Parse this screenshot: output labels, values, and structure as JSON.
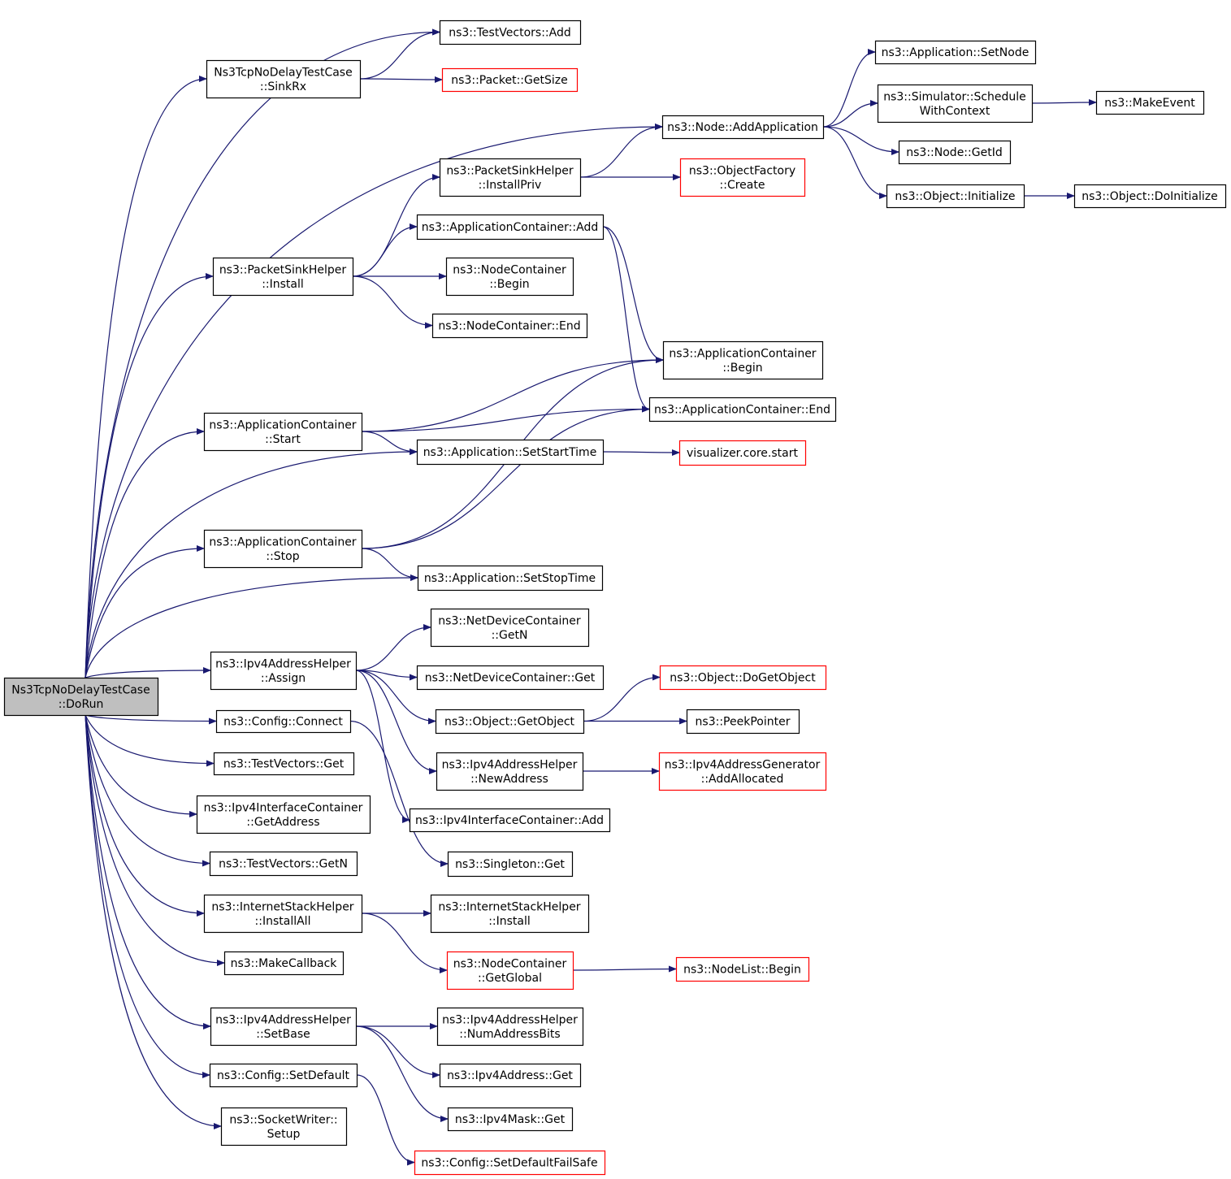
{
  "colors": {
    "edge": "#191970",
    "border_normal": "#000000",
    "border_truncated": "#ff0000",
    "root_fill": "#bfbfbf",
    "node_fill": "#ffffff"
  },
  "nodes": {
    "root": {
      "lines": [
        "Ns3TcpNoDelayTestCase",
        "::DoRun"
      ],
      "style": "root"
    },
    "tv_add": {
      "lines": [
        "ns3::TestVectors::Add"
      ],
      "style": "normal"
    },
    "sinkrx": {
      "lines": [
        "Ns3TcpNoDelayTestCase",
        "::SinkRx"
      ],
      "style": "normal"
    },
    "pkt_getsize": {
      "lines": [
        "ns3::Packet::GetSize"
      ],
      "style": "truncated"
    },
    "node_addapp": {
      "lines": [
        "ns3::Node::AddApplication"
      ],
      "style": "normal"
    },
    "app_setnode": {
      "lines": [
        "ns3::Application::SetNode"
      ],
      "style": "normal"
    },
    "sim_schedule": {
      "lines": [
        "ns3::Simulator::Schedule",
        "WithContext"
      ],
      "style": "normal"
    },
    "make_event": {
      "lines": [
        "ns3::MakeEvent"
      ],
      "style": "normal"
    },
    "node_getid": {
      "lines": [
        "ns3::Node::GetId"
      ],
      "style": "normal"
    },
    "obj_init": {
      "lines": [
        "ns3::Object::Initialize"
      ],
      "style": "normal"
    },
    "obj_doinit": {
      "lines": [
        "ns3::Object::DoInitialize"
      ],
      "style": "normal"
    },
    "psh_installpriv": {
      "lines": [
        "ns3::PacketSinkHelper",
        "::InstallPriv"
      ],
      "style": "normal"
    },
    "objfactory_create": {
      "lines": [
        "ns3::ObjectFactory",
        "::Create"
      ],
      "style": "truncated"
    },
    "appc_add": {
      "lines": [
        "ns3::ApplicationContainer::Add"
      ],
      "style": "normal"
    },
    "psh_install": {
      "lines": [
        "ns3::PacketSinkHelper",
        "::Install"
      ],
      "style": "normal"
    },
    "nc_begin": {
      "lines": [
        "ns3::NodeContainer",
        "::Begin"
      ],
      "style": "normal"
    },
    "nc_end": {
      "lines": [
        "ns3::NodeContainer::End"
      ],
      "style": "normal"
    },
    "appc_begin": {
      "lines": [
        "ns3::ApplicationContainer",
        "::Begin"
      ],
      "style": "normal"
    },
    "appc_end": {
      "lines": [
        "ns3::ApplicationContainer::End"
      ],
      "style": "normal"
    },
    "appc_start": {
      "lines": [
        "ns3::ApplicationContainer",
        "::Start"
      ],
      "style": "normal"
    },
    "app_setstart": {
      "lines": [
        "ns3::Application::SetStartTime"
      ],
      "style": "normal"
    },
    "viz_start": {
      "lines": [
        "visualizer.core.start"
      ],
      "style": "truncated"
    },
    "appc_stop": {
      "lines": [
        "ns3::ApplicationContainer",
        "::Stop"
      ],
      "style": "normal"
    },
    "app_setstop": {
      "lines": [
        "ns3::Application::SetStopTime"
      ],
      "style": "normal"
    },
    "ndc_getn": {
      "lines": [
        "ns3::NetDeviceContainer",
        "::GetN"
      ],
      "style": "normal"
    },
    "ipv4h_assign": {
      "lines": [
        "ns3::Ipv4AddressHelper",
        "::Assign"
      ],
      "style": "normal"
    },
    "ndc_get": {
      "lines": [
        "ns3::NetDeviceContainer::Get"
      ],
      "style": "normal"
    },
    "obj_dogetobj": {
      "lines": [
        "ns3::Object::DoGetObject"
      ],
      "style": "truncated"
    },
    "obj_getobj": {
      "lines": [
        "ns3::Object::GetObject"
      ],
      "style": "normal"
    },
    "peekpointer": {
      "lines": [
        "ns3::PeekPointer"
      ],
      "style": "normal"
    },
    "cfg_connect": {
      "lines": [
        "ns3::Config::Connect"
      ],
      "style": "normal"
    },
    "ipv4h_newaddr": {
      "lines": [
        "ns3::Ipv4AddressHelper",
        "::NewAddress"
      ],
      "style": "normal"
    },
    "ipv4gen_addalloc": {
      "lines": [
        "ns3::Ipv4AddressGenerator",
        "::AddAllocated"
      ],
      "style": "truncated"
    },
    "tv_get": {
      "lines": [
        "ns3::TestVectors::Get"
      ],
      "style": "normal"
    },
    "ipv4ic_getaddr": {
      "lines": [
        "ns3::Ipv4InterfaceContainer",
        "::GetAddress"
      ],
      "style": "normal"
    },
    "ipv4ic_add": {
      "lines": [
        "ns3::Ipv4InterfaceContainer::Add"
      ],
      "style": "normal"
    },
    "tv_getn": {
      "lines": [
        "ns3::TestVectors::GetN"
      ],
      "style": "normal"
    },
    "singleton_get": {
      "lines": [
        "ns3::Singleton::Get"
      ],
      "style": "normal"
    },
    "ish_installall": {
      "lines": [
        "ns3::InternetStackHelper",
        "::InstallAll"
      ],
      "style": "normal"
    },
    "ish_install": {
      "lines": [
        "ns3::InternetStackHelper",
        "::Install"
      ],
      "style": "normal"
    },
    "nc_getglobal": {
      "lines": [
        "ns3::NodeContainer",
        "::GetGlobal"
      ],
      "style": "truncated"
    },
    "nodelist_begin": {
      "lines": [
        "ns3::NodeList::Begin"
      ],
      "style": "truncated"
    },
    "makecallback": {
      "lines": [
        "ns3::MakeCallback"
      ],
      "style": "normal"
    },
    "ipv4h_setbase": {
      "lines": [
        "ns3::Ipv4AddressHelper",
        "::SetBase"
      ],
      "style": "normal"
    },
    "ipv4h_numaddrbits": {
      "lines": [
        "ns3::Ipv4AddressHelper",
        "::NumAddressBits"
      ],
      "style": "normal"
    },
    "cfg_setdefault": {
      "lines": [
        "ns3::Config::SetDefault"
      ],
      "style": "normal"
    },
    "ipv4addr_get": {
      "lines": [
        "ns3::Ipv4Address::Get"
      ],
      "style": "normal"
    },
    "ipv4mask_get": {
      "lines": [
        "ns3::Ipv4Mask::Get"
      ],
      "style": "normal"
    },
    "sockwriter_setup": {
      "lines": [
        "ns3::SocketWriter::",
        "Setup"
      ],
      "style": "normal"
    },
    "cfg_setdefaultfs": {
      "lines": [
        "ns3::Config::SetDefaultFailSafe"
      ],
      "style": "truncated"
    }
  },
  "edges": [
    [
      "root",
      "tv_add"
    ],
    [
      "root",
      "sinkrx"
    ],
    [
      "root",
      "node_addapp"
    ],
    [
      "root",
      "psh_install"
    ],
    [
      "root",
      "appc_start"
    ],
    [
      "root",
      "app_setstart"
    ],
    [
      "root",
      "appc_stop"
    ],
    [
      "root",
      "app_setstop"
    ],
    [
      "root",
      "ipv4h_assign"
    ],
    [
      "root",
      "cfg_connect"
    ],
    [
      "root",
      "tv_get"
    ],
    [
      "root",
      "ipv4ic_getaddr"
    ],
    [
      "root",
      "tv_getn"
    ],
    [
      "root",
      "ish_installall"
    ],
    [
      "root",
      "makecallback"
    ],
    [
      "root",
      "ipv4h_setbase"
    ],
    [
      "root",
      "cfg_setdefault"
    ],
    [
      "root",
      "sockwriter_setup"
    ],
    [
      "sinkrx",
      "tv_add"
    ],
    [
      "sinkrx",
      "pkt_getsize"
    ],
    [
      "node_addapp",
      "app_setnode"
    ],
    [
      "node_addapp",
      "sim_schedule"
    ],
    [
      "node_addapp",
      "node_getid"
    ],
    [
      "node_addapp",
      "obj_init"
    ],
    [
      "sim_schedule",
      "make_event"
    ],
    [
      "obj_init",
      "obj_doinit"
    ],
    [
      "psh_install",
      "psh_installpriv"
    ],
    [
      "psh_install",
      "appc_add"
    ],
    [
      "psh_install",
      "nc_begin"
    ],
    [
      "psh_install",
      "nc_end"
    ],
    [
      "psh_installpriv",
      "node_addapp"
    ],
    [
      "psh_installpriv",
      "objfactory_create"
    ],
    [
      "appc_add",
      "appc_begin"
    ],
    [
      "appc_add",
      "appc_end"
    ],
    [
      "appc_start",
      "appc_begin"
    ],
    [
      "appc_start",
      "appc_end"
    ],
    [
      "appc_start",
      "app_setstart"
    ],
    [
      "app_setstart",
      "viz_start"
    ],
    [
      "appc_stop",
      "appc_begin"
    ],
    [
      "appc_stop",
      "appc_end"
    ],
    [
      "appc_stop",
      "app_setstop"
    ],
    [
      "ipv4h_assign",
      "ndc_getn"
    ],
    [
      "ipv4h_assign",
      "ndc_get"
    ],
    [
      "ipv4h_assign",
      "obj_getobj"
    ],
    [
      "ipv4h_assign",
      "ipv4h_newaddr"
    ],
    [
      "ipv4h_assign",
      "ipv4ic_add"
    ],
    [
      "obj_getobj",
      "obj_dogetobj"
    ],
    [
      "obj_getobj",
      "peekpointer"
    ],
    [
      "ipv4h_newaddr",
      "ipv4gen_addalloc"
    ],
    [
      "cfg_connect",
      "singleton_get"
    ],
    [
      "ish_installall",
      "ish_install"
    ],
    [
      "ish_installall",
      "nc_getglobal"
    ],
    [
      "nc_getglobal",
      "nodelist_begin"
    ],
    [
      "ipv4h_setbase",
      "ipv4h_numaddrbits"
    ],
    [
      "ipv4h_setbase",
      "ipv4addr_get"
    ],
    [
      "ipv4h_setbase",
      "ipv4mask_get"
    ],
    [
      "cfg_setdefault",
      "cfg_setdefaultfs"
    ]
  ]
}
